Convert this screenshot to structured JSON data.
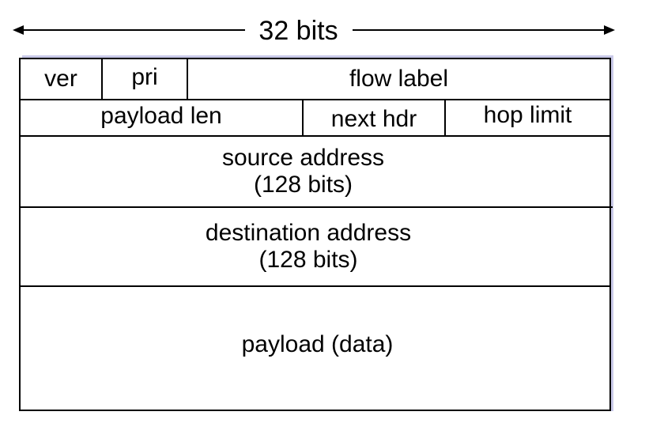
{
  "width_label": "32 bits",
  "rows": {
    "row1": {
      "ver": "ver",
      "pri": "pri",
      "flow_label": "flow label"
    },
    "row2": {
      "payload_len": "payload len",
      "next_hdr": "next hdr",
      "hop_limit": "hop limit"
    },
    "source": {
      "line1": "source address",
      "line2": "(128 bits)"
    },
    "destination": {
      "line1": "destination address",
      "line2": "(128 bits)"
    },
    "payload": "payload (data)"
  },
  "colors": {
    "line": "#000000",
    "shadow": "#c9c9e8",
    "background": "#ffffff"
  }
}
